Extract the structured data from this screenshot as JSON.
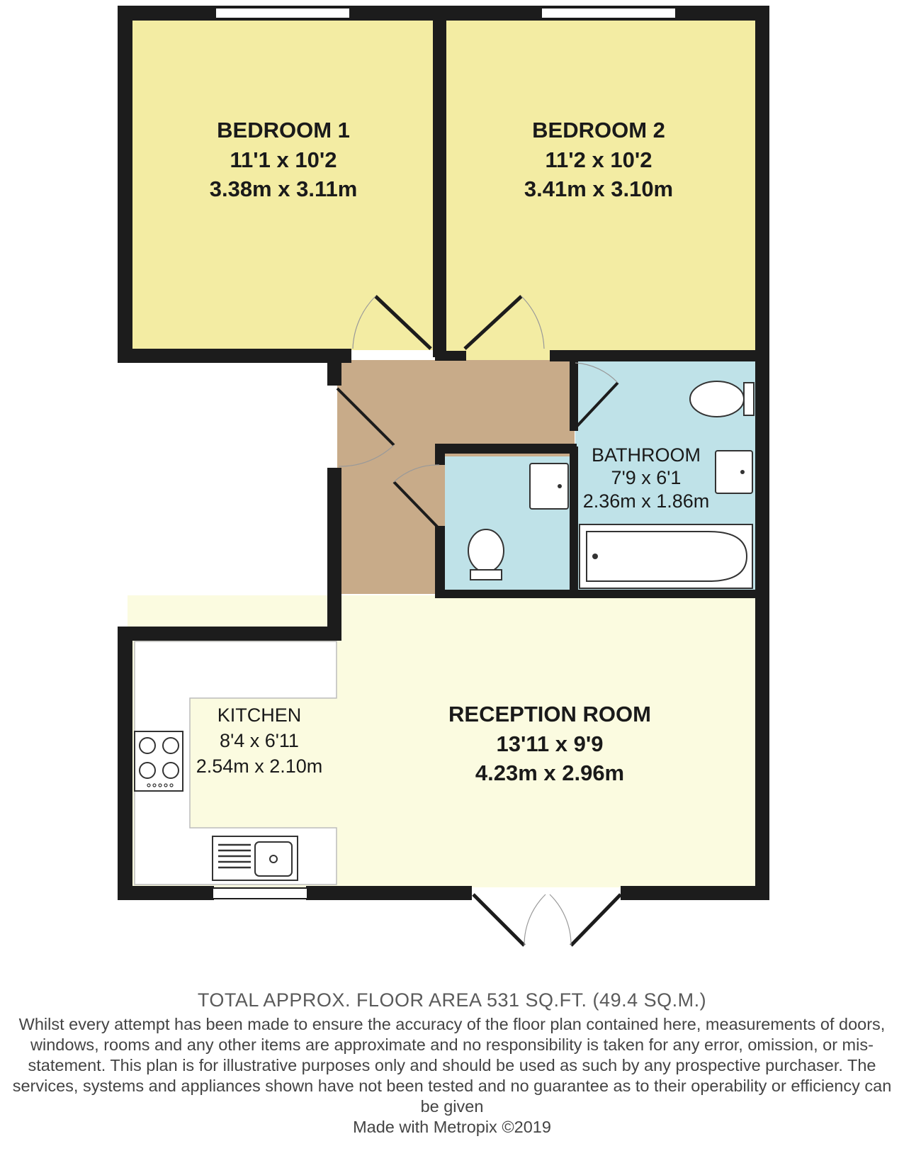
{
  "colors": {
    "wall": "#1c1c1c",
    "bedroom": "#f3eca3",
    "hallway": "#c8ab89",
    "bathroom": "#bfe2e8",
    "reception": "#fbfbe0",
    "kitchen_worktop": "#ffffff",
    "fixture": "#ffffff"
  },
  "rooms": {
    "bedroom1": {
      "name": "BEDROOM 1",
      "imperial": "11'1 x 10'2",
      "metric": "3.38m x 3.11m"
    },
    "bedroom2": {
      "name": "BEDROOM 2",
      "imperial": "11'2 x 10'2",
      "metric": "3.41m x 3.10m"
    },
    "bathroom": {
      "name": "BATHROOM",
      "imperial": "7'9 x 6'1",
      "metric": "2.36m x 1.86m"
    },
    "kitchen": {
      "name": "KITCHEN",
      "imperial": "8'4 x 6'11",
      "metric": "2.54m x 2.10m"
    },
    "reception": {
      "name": "RECEPTION ROOM",
      "imperial": "13'11 x 9'9",
      "metric": "4.23m x 2.96m"
    }
  },
  "footer": {
    "total_area": "TOTAL APPROX. FLOOR AREA 531 SQ.FT. (49.4 SQ.M.)",
    "disclaimer": "Whilst every attempt has been made to ensure the accuracy of the floor plan contained here, measurements of doors, windows, rooms and any other items are approximate and no responsibility is taken for any error, omission, or mis-statement. This plan is for illustrative purposes only and should be used as such by any prospective purchaser. The services, systems and appliances shown have not been tested and no guarantee as to their operability or efficiency can be given",
    "credit": "Made with Metropix ©2019"
  }
}
